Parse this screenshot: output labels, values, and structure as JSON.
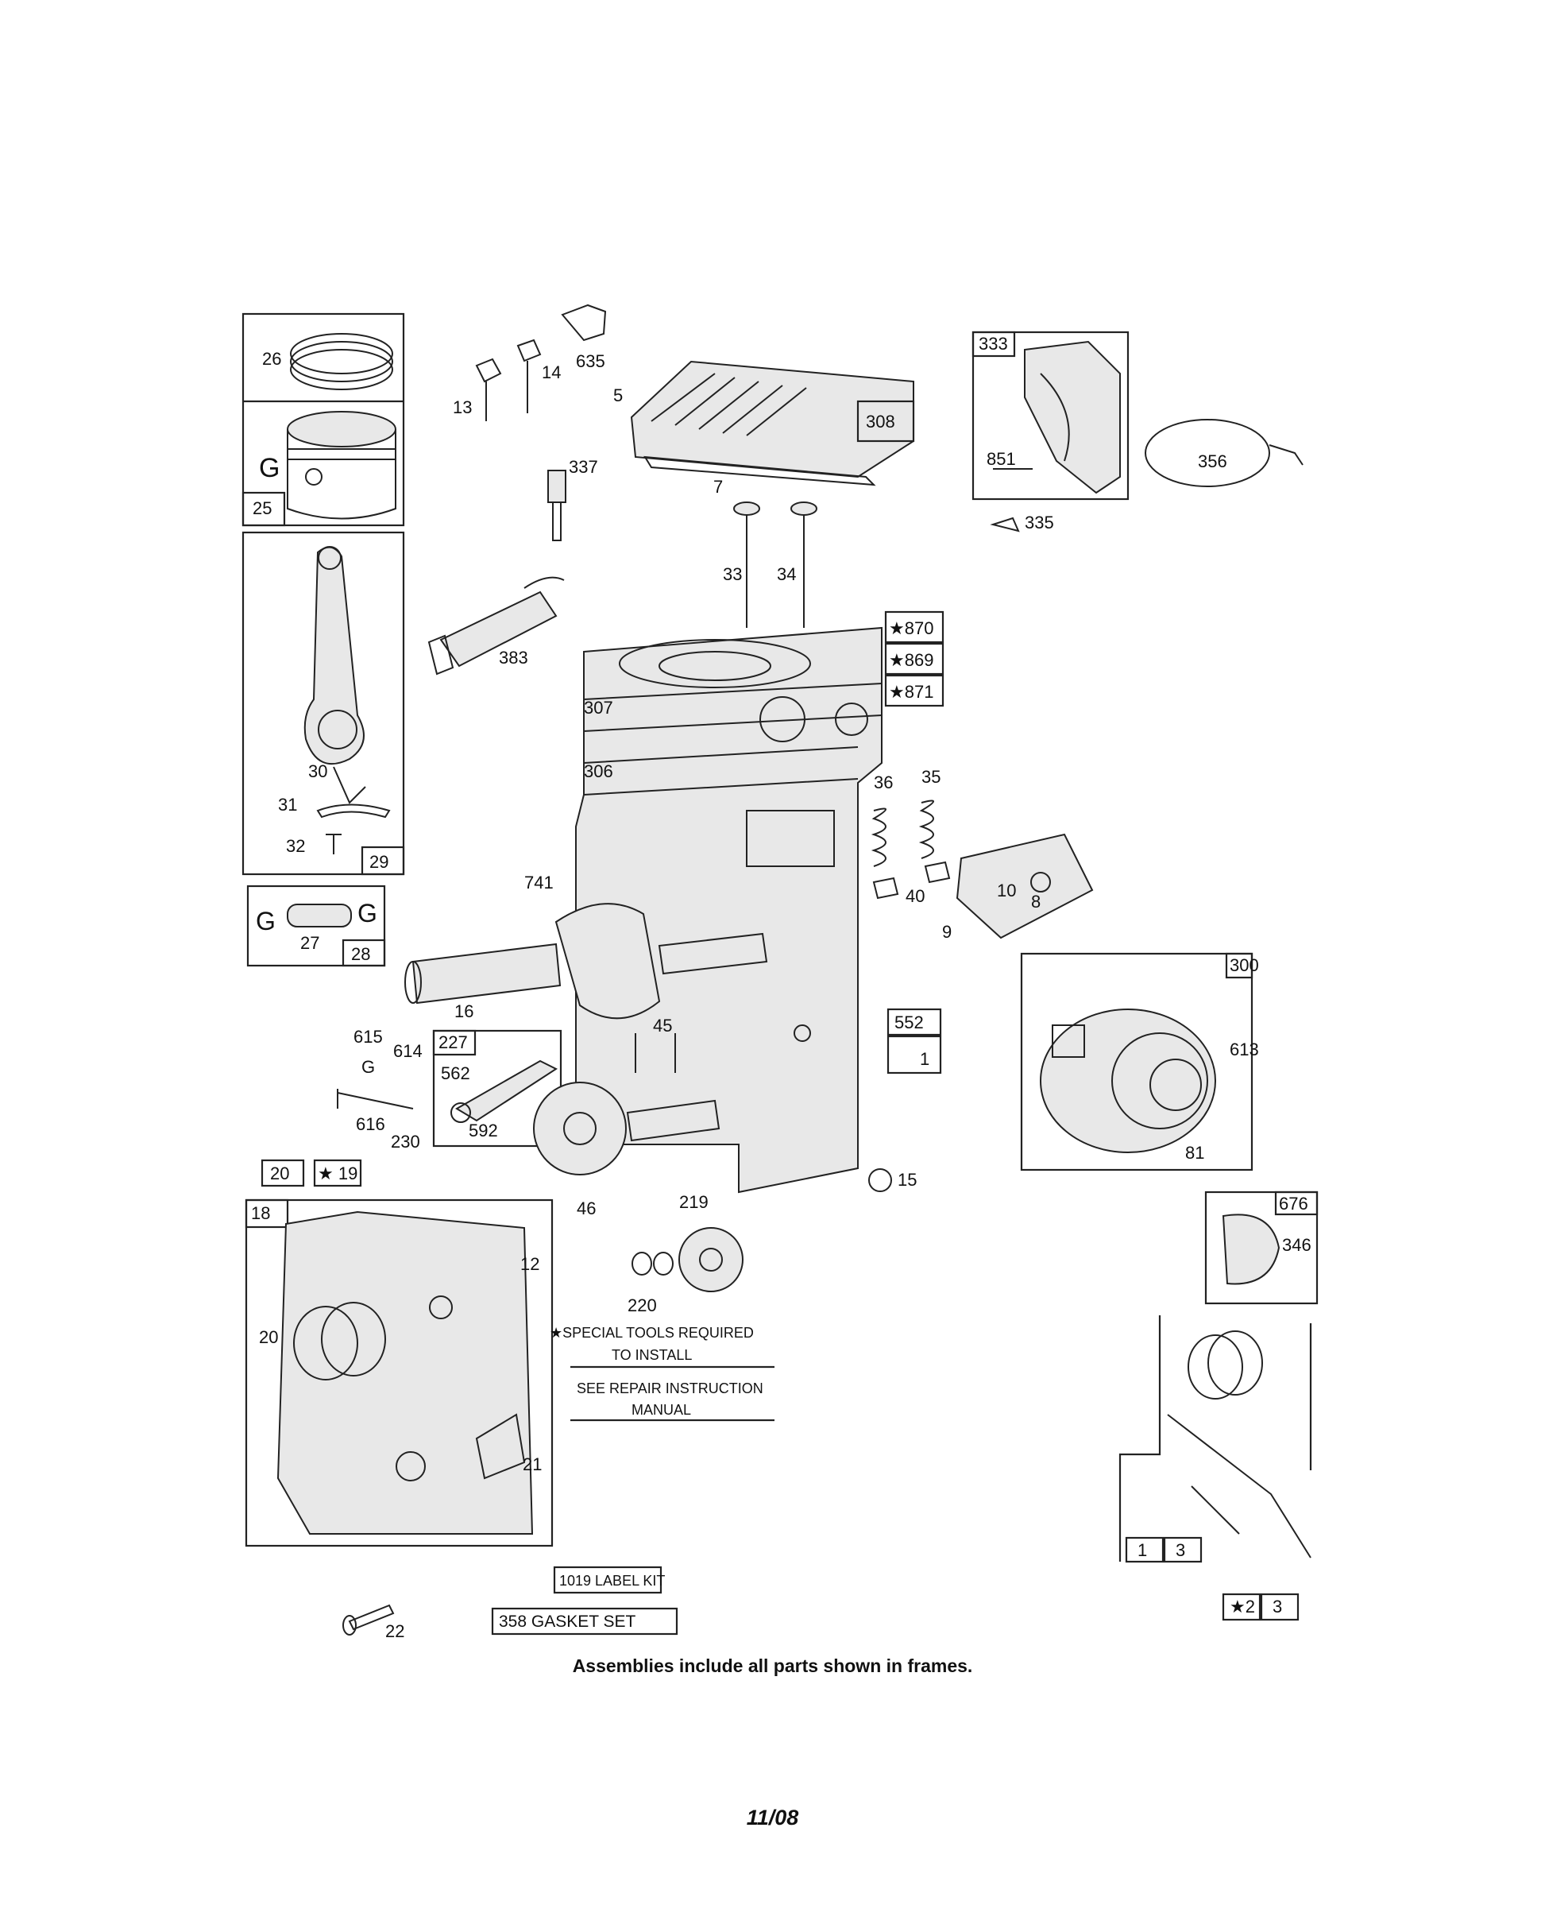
{
  "part_labels": {
    "p26": "26",
    "p25": "25",
    "p13": "13",
    "p14": "14",
    "p635": "635",
    "p5": "5",
    "p308": "308",
    "p333": "333",
    "p356": "356",
    "p851": "851",
    "p335": "335",
    "p337": "337",
    "p7": "7",
    "p33": "33",
    "p34": "34",
    "p870": "★870",
    "p869": "★869",
    "p871": "★871",
    "p383": "383",
    "p307": "307",
    "p306": "306",
    "p36": "36",
    "p35": "35",
    "p30": "30",
    "p31": "31",
    "p32": "32",
    "p29": "29",
    "p741": "741",
    "p40": "40",
    "p10": "10",
    "p8": "8",
    "p9": "9",
    "p27": "27",
    "p28": "28",
    "p16": "16",
    "p300": "300",
    "p552": "552",
    "p1a": "1",
    "p613": "613",
    "p615": "615",
    "p614": "614",
    "p227": "227",
    "p45": "45",
    "p562": "562",
    "p592": "592",
    "p616": "616",
    "p230": "230",
    "p81": "81",
    "p46": "46",
    "p15": "15",
    "p20a": "20",
    "p19": "★ 19",
    "p219": "219",
    "p676": "676",
    "p346": "346",
    "p18": "18",
    "p12": "12",
    "p220": "220",
    "p20b": "20",
    "p21": "21",
    "p1b": "1",
    "p3a": "3",
    "p2": "★2",
    "p3b": "3",
    "p22": "22"
  },
  "notes": {
    "special_tools_line1": "★SPECIAL TOOLS REQUIRED",
    "special_tools_line2": "TO INSTALL",
    "see_repair_line1": "SEE REPAIR INSTRUCTION",
    "see_repair_line2": "MANUAL",
    "label_kit": "1019 LABEL KIT",
    "gasket_set": "358 GASKET SET",
    "piston_mark": "G"
  },
  "caption": "Assemblies include all parts shown in frames.",
  "date": "11/08"
}
